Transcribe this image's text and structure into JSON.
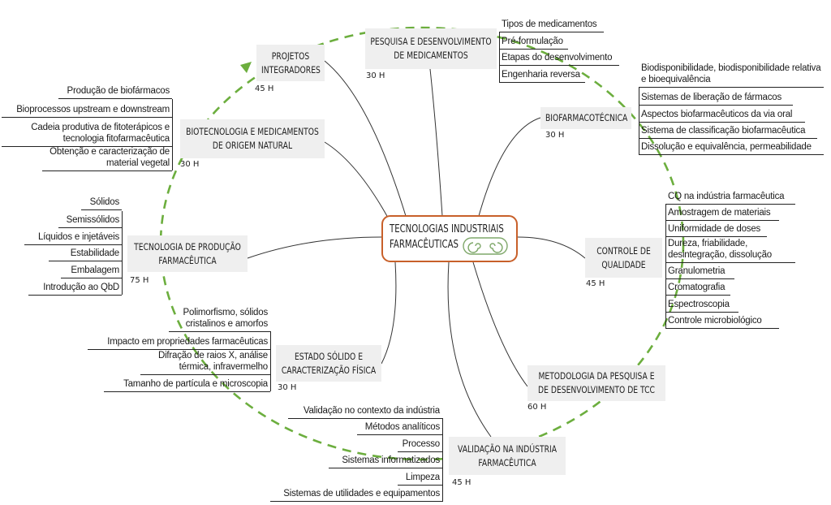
{
  "center": {
    "title": "Tecnologias Industriais Farmacêuticas",
    "logo_icon": "swirl-logo-icon"
  },
  "cycle": {
    "color": "#6cae3e",
    "border_color": "#c8602a"
  },
  "branches": {
    "projetos": {
      "title": "Projetos Integradores",
      "hours": "45 H",
      "leaves": []
    },
    "pesquisa": {
      "title": "Pesquisa e Desenvolvimento de Medicamentos",
      "hours": "30 H",
      "leaves": [
        "Tipos de medicamentos",
        "Pré-formulação",
        "Etapas do desenvolvimento",
        "Engenharia reversa"
      ]
    },
    "biofarm": {
      "title": "Biofarmacotécnica",
      "hours": "30 H",
      "leaves": [
        "Biodisponibilidade, biodisponibilidade relativa e bioequivalência",
        "Sistemas de liberação de fármacos",
        "Aspectos biofarmacêuticos da via oral",
        "Sistema de classificação biofarmacêutica",
        "Dissolução e equivalência, permeabilidade"
      ]
    },
    "controle": {
      "title": "Controle de Qualidade",
      "hours": "45 H",
      "leaves": [
        "CQ na indústria farmacêutica",
        "Amostragem de materiais",
        "Uniformidade de doses",
        "Dureza, friabilidade, desintegração, dissolução",
        "Granulometria",
        "Cromatografia",
        "Espectroscopia",
        "Controle microbiológico"
      ]
    },
    "metodologia": {
      "title": "Metodologia da Pesquisa e de Desenvolvimento de TCC",
      "hours": "60 H",
      "leaves": []
    },
    "validacao": {
      "title": "Validação na Indústria Farmacêutica",
      "hours": "45 H",
      "leaves": [
        "Validação no contexto da indústria",
        "Métodos analíticos",
        "Processo",
        "Sistemas informatizados",
        "Limpeza",
        "Sistemas de utilidades e equipamentos"
      ]
    },
    "estado": {
      "title": "Estado Sólido e Caracterização Física",
      "hours": "30 H",
      "leaves": [
        "Polimorfismo, sólidos cristalinos e amorfos",
        "Impacto em propriedades farmacêuticas",
        "Difração de raios X, análise térmica, infravermelho",
        "Tamanho de partícula e microscopia"
      ]
    },
    "tecprod": {
      "title": "Tecnologia de Produção Farmacêutica",
      "hours": "75 H",
      "leaves": [
        "Sólidos",
        "Semissólidos",
        "Líquidos e injetáveis",
        "Estabilidade",
        "Embalagem",
        "Introdução ao QbD"
      ]
    },
    "biotec": {
      "title": "Biotecnologia e Medicamentos de Origem Natural",
      "hours": "30 H",
      "leaves": [
        "Produção de biofármacos",
        "Bioprocessos upstream e downstream",
        "Cadeia produtiva de fitoterápicos  e tecnologia fitofarmacêutica",
        "Obtenção e caracterização de material vegetal"
      ]
    }
  }
}
